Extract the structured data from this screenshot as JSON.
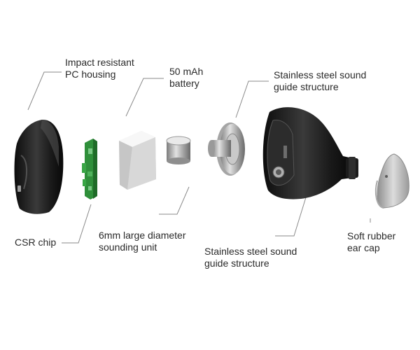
{
  "colors": {
    "leader_line": "#8a8a8a",
    "text": "#2a2a2a",
    "housing_black": "#1b1b1b",
    "pcb_green": "#2f8f3a",
    "battery_white": "#e8e8e8",
    "metal_silver": "#b9b9b9"
  },
  "labels": {
    "housing": {
      "line1": "Impact resistant",
      "line2": "PC housing"
    },
    "battery": {
      "line1": "50 mAh",
      "line2": "battery"
    },
    "guide_top": {
      "line1": "Stainless steel sound",
      "line2": "guide structure"
    },
    "csr_chip": {
      "line1": "CSR chip"
    },
    "sounding_unit": {
      "line1": "6mm large diameter",
      "line2": "sounding unit"
    },
    "guide_bottom": {
      "line1": "Stainless steel sound",
      "line2": "guide structure"
    },
    "ear_cap": {
      "line1": "Soft rubber",
      "line2": "ear cap"
    }
  },
  "components": [
    {
      "name": "housing",
      "icon": "earbud-housing-shell"
    },
    {
      "name": "csr_chip",
      "icon": "circuit-board"
    },
    {
      "name": "battery",
      "icon": "battery-block"
    },
    {
      "name": "sounding_unit",
      "icon": "driver-cylinder"
    },
    {
      "name": "guide_top",
      "icon": "metal-disc"
    },
    {
      "name": "guide_bottom",
      "icon": "earbud-inner-shell"
    },
    {
      "name": "ear_cap",
      "icon": "silicone-tip"
    }
  ]
}
